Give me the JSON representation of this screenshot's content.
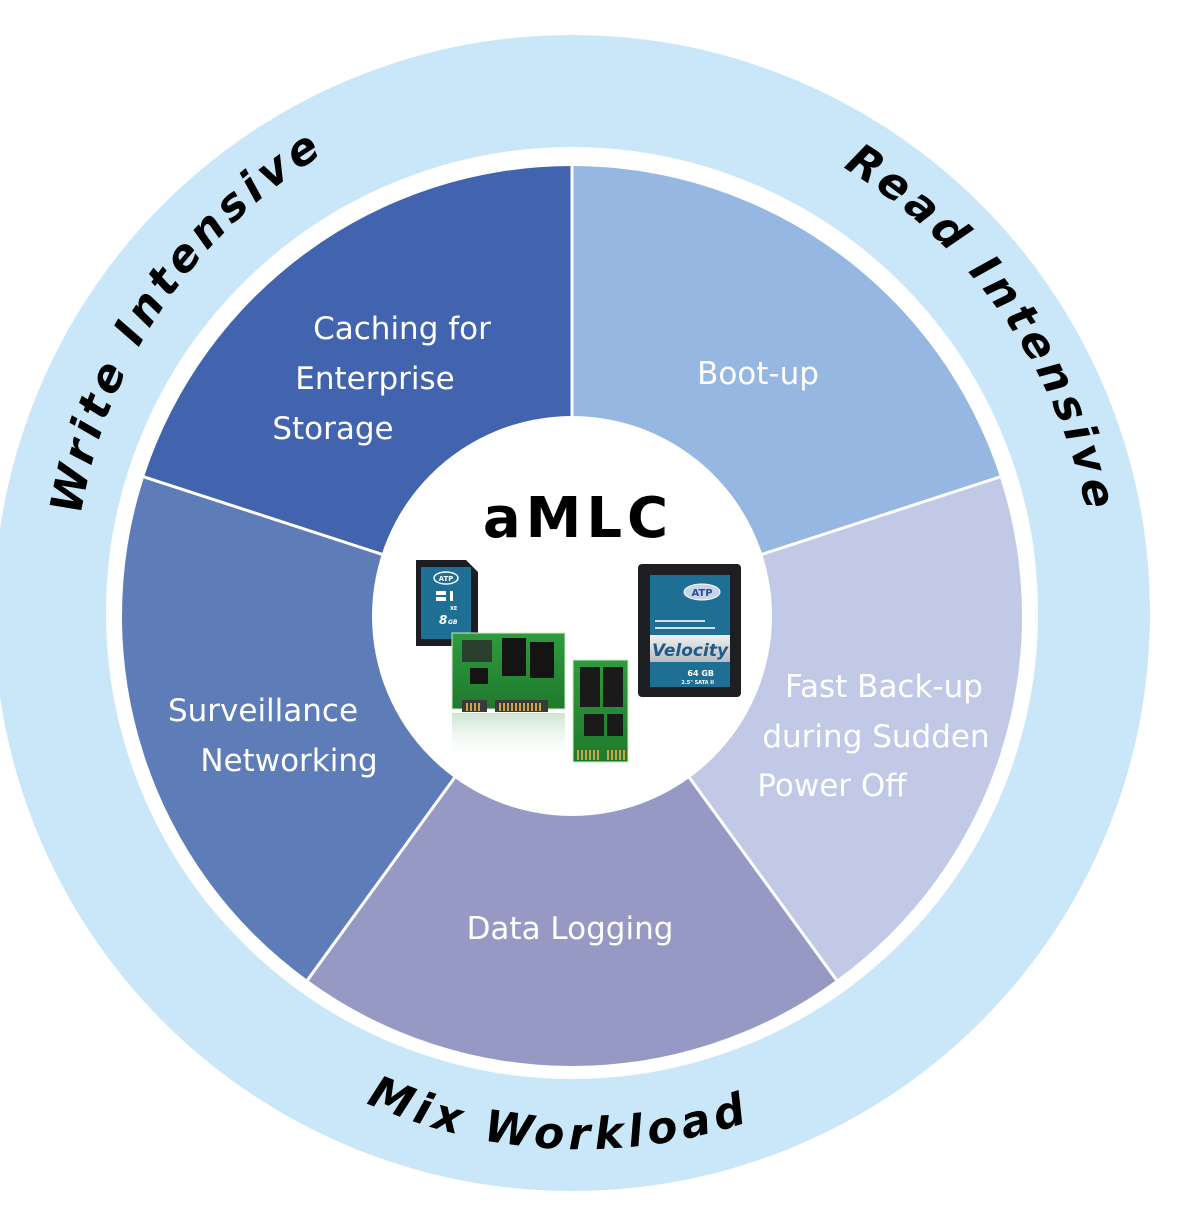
{
  "title": "aMLC",
  "colors": {
    "outer_ring": "#c9e7f8",
    "divider": "#ffffff",
    "center_circle": "#ffffff",
    "label_text": "#ffffff",
    "ring_text": "#000000"
  },
  "categories": [
    {
      "id": "write",
      "label": "Write Intensive"
    },
    {
      "id": "read",
      "label": "Read Intensive"
    },
    {
      "id": "mix",
      "label": "Mix Workload"
    }
  ],
  "segments": [
    {
      "id": "caching",
      "lines": [
        "Caching for",
        "Enterprise",
        "Storage"
      ],
      "color": "#4263ad"
    },
    {
      "id": "bootup",
      "lines": [
        "Boot-up"
      ],
      "color": "#95b7e1"
    },
    {
      "id": "backup",
      "lines": [
        "Fast Back-up",
        "during Sudden",
        "Power  Off"
      ],
      "color": "#c1c9e6"
    },
    {
      "id": "logging",
      "lines": [
        "Data Logging"
      ],
      "color": "#9599c4"
    },
    {
      "id": "surveillance",
      "lines": [
        "Surveillance",
        "Networking"
      ],
      "color": "#5e7db8"
    }
  ],
  "products": {
    "sd_card": {
      "brand": "ATP",
      "capacity": "8",
      "unit": "GB",
      "grade": "XE",
      "icon": "sd-card-icon"
    },
    "ssd": {
      "brand": "ATP",
      "series": "Velocity",
      "capacity": "64 GB",
      "interface": "2.5\" SATA II",
      "icon": "ssd-drive-icon"
    },
    "half_slim": {
      "icon": "half-slim-ssd-module-icon"
    },
    "msata": {
      "icon": "msata-module-icon"
    }
  }
}
